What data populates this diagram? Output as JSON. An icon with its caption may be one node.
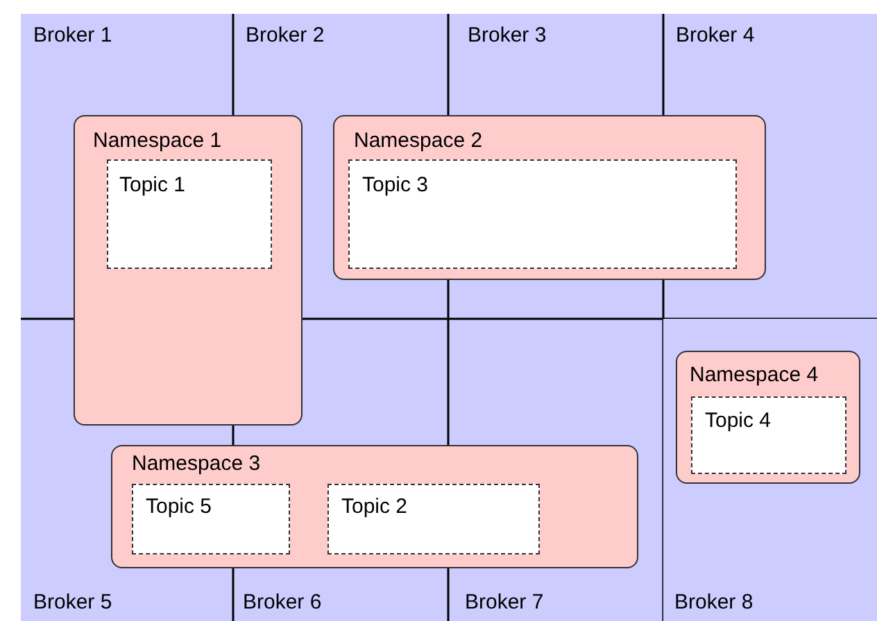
{
  "diagram": {
    "nodes": [
      {
        "text": [
          "Broker 1"
        ]
      },
      {
        "text": [
          "Broker 2"
        ]
      },
      {
        "text": [
          "Broker 3"
        ]
      },
      {
        "text": [
          "Broker 4"
        ]
      },
      {
        "text": [
          "Broker 5"
        ]
      },
      {
        "text": [
          "Broker 6"
        ]
      },
      {
        "text": [
          "Broker 7"
        ]
      },
      {
        "text": [
          "Broker 8"
        ]
      },
      {
        "text": [
          "Namespace 1"
        ]
      },
      {
        "text": [
          "Topic 1"
        ],
        "in": 8
      },
      {
        "text": [
          "Namespace 2"
        ]
      },
      {
        "text": [
          "Topic 3"
        ],
        "in": 10
      },
      {
        "text": [
          "Namespace 4"
        ],
        "in": 7
      },
      {
        "text": [
          "Topic 4"
        ],
        "in": 12
      },
      {
        "text": [
          "Namespace 3"
        ]
      },
      {
        "text": [
          "Topic 5"
        ],
        "in": 14
      },
      {
        "text": [
          "Topic 2"
        ],
        "in": 14
      }
    ]
  }
}
